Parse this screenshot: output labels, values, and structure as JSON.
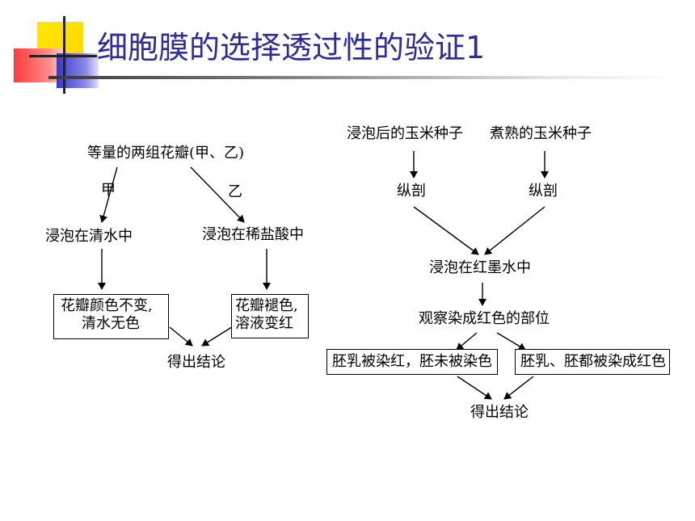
{
  "title": "细胞膜的选择透过性的验证1",
  "left_diagram": {
    "start": "等量的两组花瓣(甲、乙)",
    "branch_a": "甲",
    "branch_b": "乙",
    "step_a": "浸泡在清水中",
    "step_b": "浸泡在稀盐酸中",
    "result_a": [
      "花瓣颜色不变,",
      "清水无色"
    ],
    "result_b": [
      "花瓣褪色,",
      "溶液变红"
    ],
    "conclusion": "得出结论"
  },
  "right_diagram": {
    "source_a": "浸泡后的玉米种子",
    "source_b": "煮熟的玉米种子",
    "cut_a": "纵剖",
    "cut_b": "纵剖",
    "soak": "浸泡在红墨水中",
    "observe": "观察染成红色的部位",
    "result_a": "胚乳被染红，胚未被染色",
    "result_b": "胚乳、胚都被染成红色",
    "conclusion": "得出结论"
  }
}
